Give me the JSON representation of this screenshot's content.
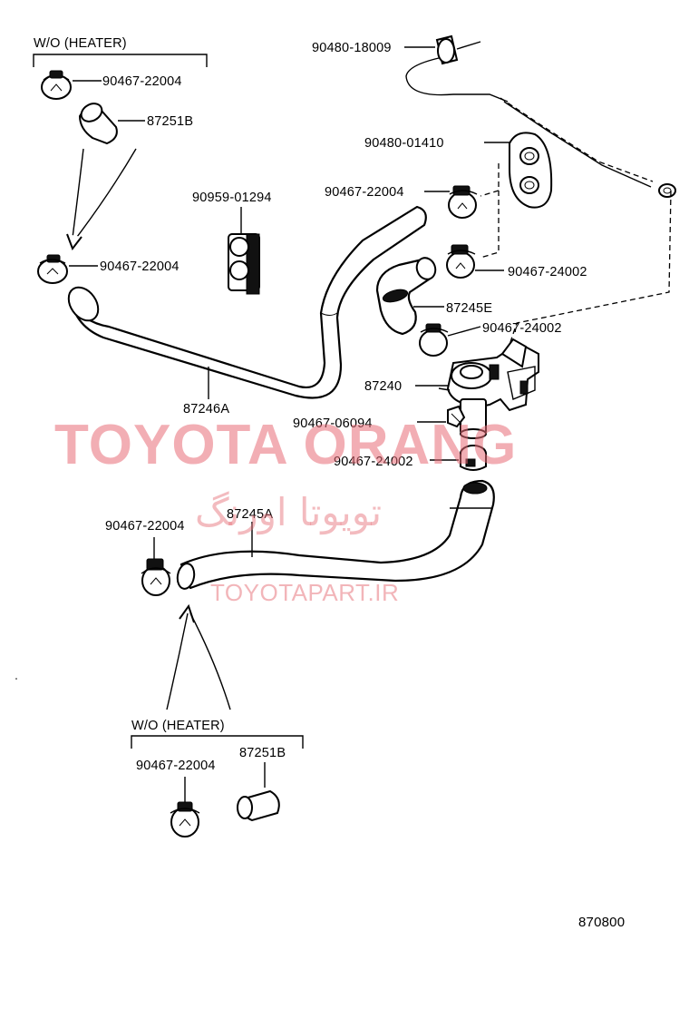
{
  "callouts": {
    "wo_heater_top": "W/O (HEATER)",
    "clamp_top": "90467-22004",
    "hose_top": "87251B",
    "clamp_left": "90467-22004",
    "clip": "90959-01294",
    "hose_inlet": "87246A",
    "grommet_cable": "90480-18009",
    "grommet_plate": "90480-01410",
    "clamp_valve_upper": "90467-22004",
    "clamp_valve_right": "90467-24002",
    "hose_short": "87245E",
    "clamp_valve_mid": "90467-24002",
    "water_valve": "87240",
    "screw": "90467-06094",
    "clamp_valve_lower": "90467-24002",
    "clamp_outlet": "90467-22004",
    "hose_outlet": "87245A",
    "wo_heater_bottom": "W/O (HEATER)",
    "clamp_bottom": "90467-22004",
    "hose_bottom": "87251B",
    "figure_number": "870800"
  },
  "watermark": {
    "main": "TOYOTA ORANG",
    "persian": "تویوتا اورنگ",
    "url": "TOYOTAPART.IR",
    "color": "#e86c76"
  }
}
